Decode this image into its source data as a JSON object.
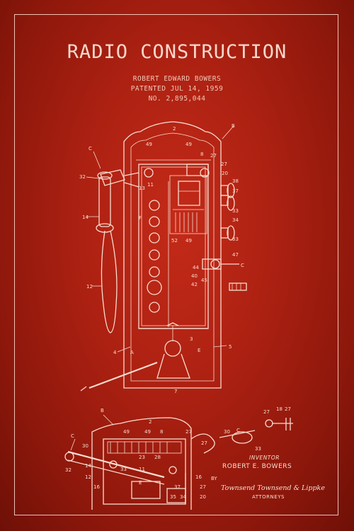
{
  "poster": {
    "title": "RADIO CONSTRUCTION",
    "inventor_name": "ROBERT EDWARD BOWERS",
    "patent_date": "PATENTED JUL 14, 1959",
    "patent_number": "NO. 2,895,044"
  },
  "drawing": {
    "inventor_label": "INVENTOR",
    "inventor_signature": "ROBERT E. BOWERS",
    "by_label": "BY",
    "attorneys_signature": "Townsend Townsend & Lippke",
    "attorneys_label": "ATTORNEYS",
    "colors": {
      "background": "#ad2112",
      "line": "#f7dccf"
    }
  }
}
